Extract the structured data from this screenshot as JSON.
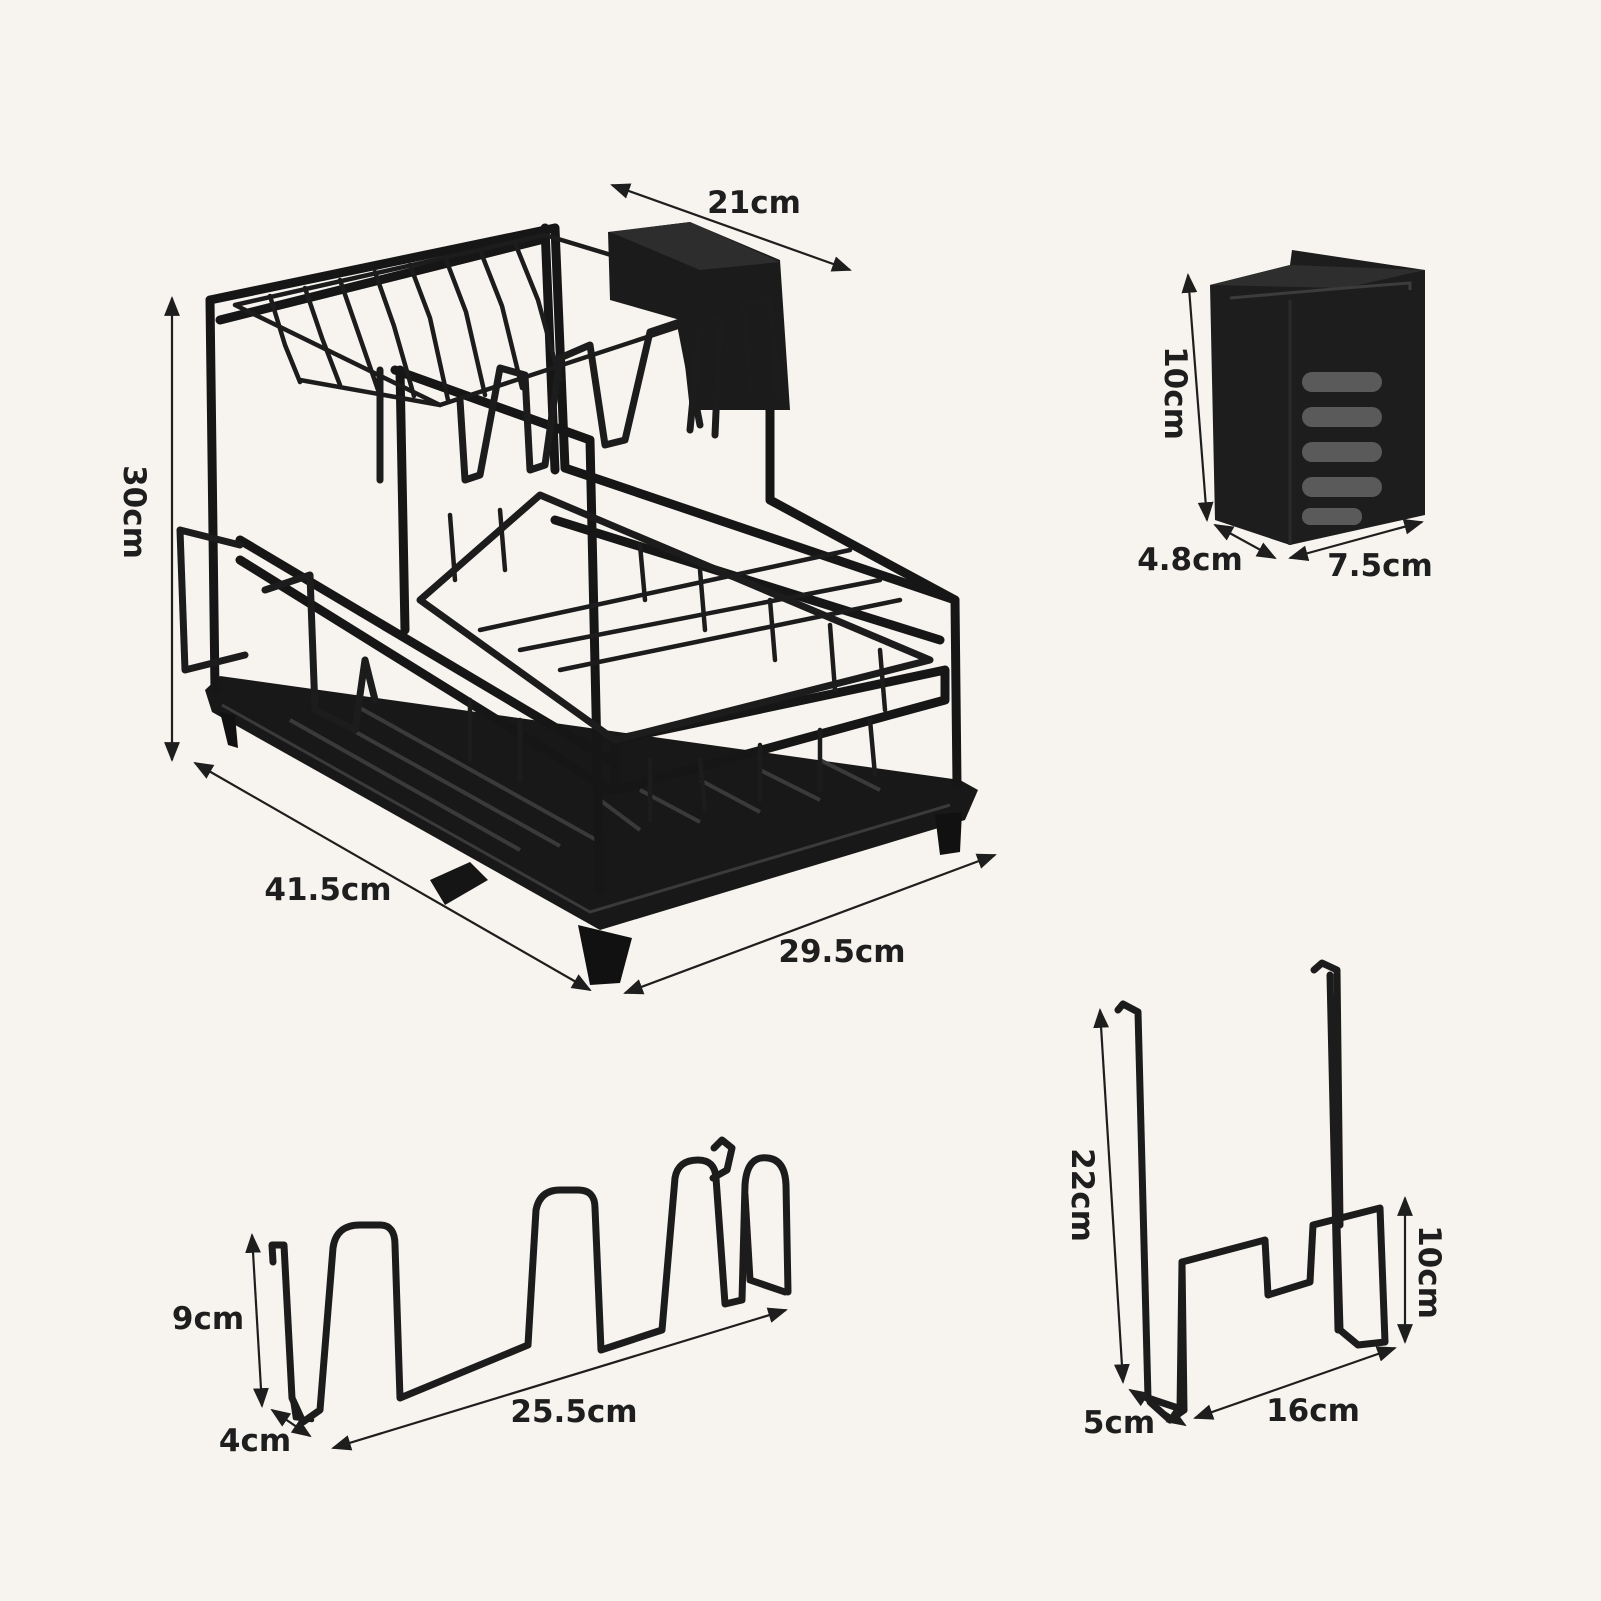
{
  "colors": {
    "background": "#f7f4ef",
    "metal": "#1c1c1c",
    "text": "#1e1e1e"
  },
  "dimensions": {
    "rack_width": "21cm",
    "rack_height": "30cm",
    "rack_depth": "41.5cm",
    "rack_length": "29.5cm",
    "cup_height": "10cm",
    "cup_depth": "4.8cm",
    "cup_width": "7.5cm",
    "pot_rack_height": "9cm",
    "pot_rack_depth": "4cm",
    "pot_rack_length": "25.5cm",
    "board_holder_height": "22cm",
    "board_holder_tray_height": "10cm",
    "board_holder_depth": "5cm",
    "board_holder_width": "16cm"
  }
}
